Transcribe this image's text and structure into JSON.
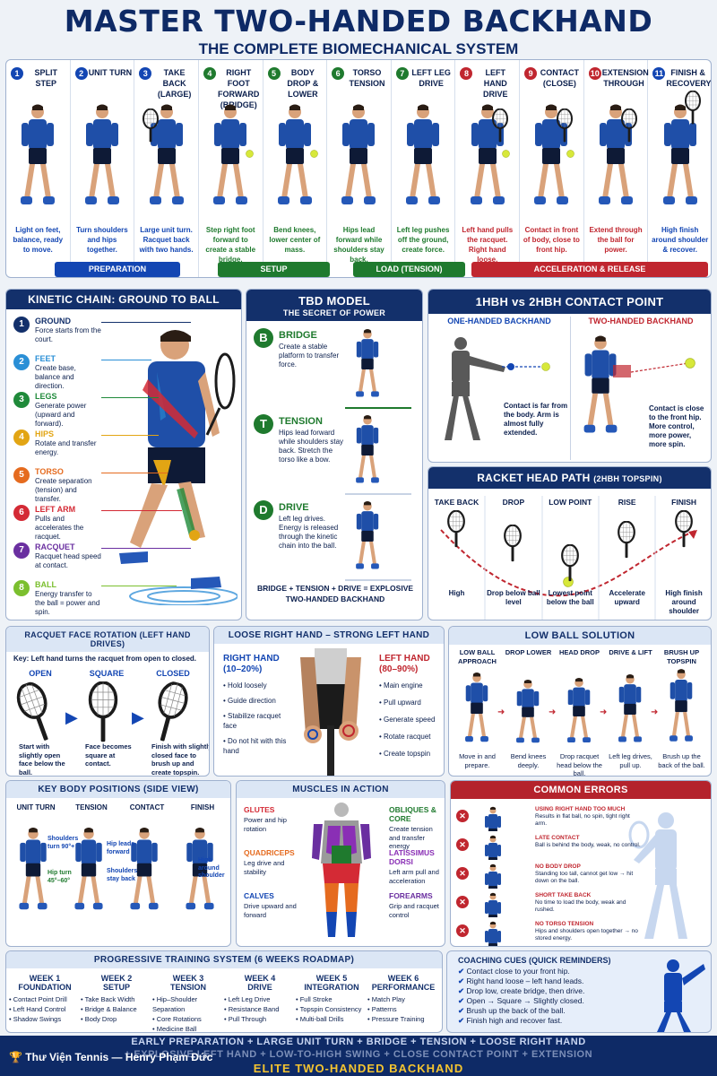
{
  "header": {
    "title": "MASTER TWO-HANDED BACKHAND",
    "subtitle": "THE COMPLETE BIOMECHANICAL SYSTEM"
  },
  "steps": [
    {
      "num": "1",
      "name": "SPLIT STEP",
      "desc": "Light on feet, balance, ready to move.",
      "color": "#1346b3"
    },
    {
      "num": "2",
      "name": "UNIT TURN",
      "desc": "Turn shoulders and hips together.",
      "color": "#1346b3"
    },
    {
      "num": "3",
      "name": "TAKE BACK (LARGE)",
      "desc": "Large unit turn. Racquet back with two hands.",
      "color": "#1346b3"
    },
    {
      "num": "4",
      "name": "RIGHT FOOT FORWARD (BRIDGE)",
      "desc": "Step right foot forward to create a stable bridge.",
      "color": "#1f7a2e"
    },
    {
      "num": "5",
      "name": "BODY DROP & LOWER",
      "desc": "Bend knees, lower center of mass.",
      "color": "#1f7a2e"
    },
    {
      "num": "6",
      "name": "TORSO TENSION",
      "desc": "Hips lead forward while shoulders stay back.",
      "color": "#1f7a2e"
    },
    {
      "num": "7",
      "name": "LEFT LEG DRIVE",
      "desc": "Left leg pushes off the ground, create force.",
      "color": "#1f7a2e"
    },
    {
      "num": "8",
      "name": "LEFT HAND DRIVE",
      "desc": "Left hand pulls the racquet. Right hand loose.",
      "color": "#c0262f"
    },
    {
      "num": "9",
      "name": "CONTACT (CLOSE)",
      "desc": "Contact in front of body, close to front hip.",
      "color": "#c0262f"
    },
    {
      "num": "10",
      "name": "EXTENSION THROUGH",
      "desc": "Extend through the ball for power.",
      "color": "#c0262f"
    },
    {
      "num": "11",
      "name": "FINISH & RECOVERY",
      "desc": "High finish around shoulder & recover.",
      "color": "#1346b3"
    }
  ],
  "phases": [
    {
      "label": "PREPARATION",
      "color": "#1346b3"
    },
    {
      "label": "SETUP",
      "color": "#1f7a2e"
    },
    {
      "label": "LOAD (TENSION)",
      "color": "#1f7a2e"
    },
    {
      "label": "ACCELERATION & RELEASE",
      "color": "#c0262f"
    }
  ],
  "kinetic": {
    "title": "KINETIC CHAIN: GROUND TO BALL",
    "items": [
      {
        "n": "1",
        "name": "GROUND",
        "desc": "Force starts from the court.",
        "color": "#13306b"
      },
      {
        "n": "2",
        "name": "FEET",
        "desc": "Create base, balance and direction.",
        "color": "#2a8fd6"
      },
      {
        "n": "3",
        "name": "LEGS",
        "desc": "Generate power (upward and forward).",
        "color": "#1f8a3a"
      },
      {
        "n": "4",
        "name": "HIPS",
        "desc": "Rotate and transfer energy.",
        "color": "#e2a514"
      },
      {
        "n": "5",
        "name": "TORSO",
        "desc": "Create separation (tension) and transfer.",
        "color": "#e56b1f"
      },
      {
        "n": "6",
        "name": "LEFT ARM",
        "desc": "Pulls and accelerates the racquet.",
        "color": "#d42a35"
      },
      {
        "n": "7",
        "name": "RACQUET",
        "desc": "Racquet head speed at contact.",
        "color": "#6a2fa0"
      },
      {
        "n": "8",
        "name": "BALL",
        "desc": "Energy transfer to the ball = power and spin.",
        "color": "#7bbf2e"
      }
    ]
  },
  "tbd": {
    "title": "TBD MODEL",
    "subtitle": "THE SECRET OF POWER",
    "items": [
      {
        "letter": "B",
        "name": "BRIDGE",
        "desc": "Create a stable platform to transfer force.",
        "color": "#1f7a2e"
      },
      {
        "letter": "T",
        "name": "TENSION",
        "desc": "Hips lead forward while shoulders stay back. Stretch the torso like a bow.",
        "color": "#1f7a2e"
      },
      {
        "letter": "D",
        "name": "DRIVE",
        "desc": "Left leg drives. Energy is released through the kinetic chain into the ball.",
        "color": "#1f7a2e"
      }
    ],
    "formula": "BRIDGE + TENSION + DRIVE = EXPLOSIVE TWO-HANDED BACKHAND"
  },
  "compare": {
    "title": "1HBH vs 2HBH CONTACT POINT",
    "left_title": "ONE-HANDED BACKHAND",
    "left_desc": "Contact is far from the body. Arm is almost fully extended.",
    "right_title": "TWO-HANDED BACKHAND",
    "right_desc": "Contact is close to the front hip. More control, more power, more spin."
  },
  "path": {
    "title": "RACKET HEAD PATH",
    "title_note": "(2HBH TOPSPIN)",
    "stages": [
      {
        "name": "TAKE BACK",
        "desc": "High"
      },
      {
        "name": "DROP",
        "desc": "Drop below ball level"
      },
      {
        "name": "LOW POINT",
        "desc": "Lowest point below the ball"
      },
      {
        "name": "RISE",
        "desc": "Accelerate upward"
      },
      {
        "name": "FINISH",
        "desc": "High finish around shoulder"
      }
    ]
  },
  "face": {
    "title": "RACQUET FACE ROTATION (LEFT HAND DRIVES)",
    "key": "Key: Left hand turns the racquet from open to closed.",
    "stages": [
      {
        "name": "OPEN",
        "desc": "Start with slightly open face below the ball."
      },
      {
        "name": "SQUARE",
        "desc": "Face becomes square at contact."
      },
      {
        "name": "CLOSED",
        "desc": "Finish with slightly closed face to brush up and create topspin."
      }
    ]
  },
  "hands": {
    "title": "LOOSE RIGHT HAND – STRONG LEFT HAND",
    "right_title": "RIGHT HAND",
    "right_pct": "(10–20%)",
    "right_items": [
      "Hold loosely",
      "Guide direction",
      "Stabilize racquet face",
      "Do not hit with this hand"
    ],
    "left_title": "LEFT HAND",
    "left_pct": "(80–90%)",
    "left_items": [
      "Main engine",
      "Pull upward",
      "Generate speed",
      "Rotate racquet",
      "Create topspin"
    ]
  },
  "lowball": {
    "title": "LOW BALL SOLUTION",
    "stages": [
      {
        "name": "LOW BALL APPROACH",
        "desc": "Move in and prepare."
      },
      {
        "name": "DROP LOWER",
        "desc": "Bend knees deeply."
      },
      {
        "name": "HEAD DROP",
        "desc": "Drop racquet head below the ball."
      },
      {
        "name": "DRIVE & LIFT",
        "desc": "Left leg drives, pull up."
      },
      {
        "name": "BRUSH UP TOPSPIN",
        "desc": "Brush up the back of the ball."
      }
    ]
  },
  "positions": {
    "title": "KEY BODY POSITIONS (SIDE VIEW)",
    "stages": [
      "UNIT TURN",
      "TENSION",
      "CONTACT",
      "FINISH"
    ],
    "notes": [
      "Shoulders turn 90°+",
      "Hip turn 45°–60°",
      "Hip leads forward",
      "Shoulders stay back",
      "High around shoulder"
    ]
  },
  "muscles": {
    "title": "MUSCLES IN ACTION",
    "items": [
      {
        "name": "GLUTES",
        "desc": "Power and hip rotation",
        "color": "#d42a35"
      },
      {
        "name": "QUADRICEPS",
        "desc": "Leg drive and stability",
        "color": "#e56b1f"
      },
      {
        "name": "CALVES",
        "desc": "Drive upward and forward",
        "color": "#1346b3"
      },
      {
        "name": "OBLIQUES & CORE",
        "desc": "Create tension and transfer energy",
        "color": "#1f7a2e"
      },
      {
        "name": "LATISSIMUS DORSI",
        "desc": "Left arm pull and acceleration",
        "color": "#8a2fb5"
      },
      {
        "name": "FOREARMS",
        "desc": "Grip and racquet control",
        "color": "#6a2fa0"
      }
    ]
  },
  "errors": {
    "title": "COMMON ERRORS",
    "items": [
      {
        "name": "USING RIGHT HAND TOO MUCH",
        "desc": "Results in flat ball, no spin, tight right arm."
      },
      {
        "name": "LATE CONTACT",
        "desc": "Ball is behind the body, weak, no control."
      },
      {
        "name": "NO BODY DROP",
        "desc": "Standing too tall, cannot get low → hit down on the ball."
      },
      {
        "name": "SHORT TAKE BACK",
        "desc": "No time to load the body, weak and rushed."
      },
      {
        "name": "NO TORSO TENSION",
        "desc": "Hips and shoulders open together → no stored energy."
      }
    ]
  },
  "training": {
    "title": "PROGRESSIVE TRAINING SYSTEM (6 WEEKS ROADMAP)",
    "weeks": [
      {
        "n": "WEEK 1",
        "t": "FOUNDATION",
        "items": [
          "Contact Point Drill",
          "Left Hand Control",
          "Shadow Swings"
        ]
      },
      {
        "n": "WEEK 2",
        "t": "SETUP",
        "items": [
          "Take Back Width",
          "Bridge & Balance",
          "Body Drop"
        ]
      },
      {
        "n": "WEEK 3",
        "t": "TENSION",
        "items": [
          "Hip–Shoulder Separation",
          "Core Rotations",
          "Medicine Ball"
        ]
      },
      {
        "n": "WEEK 4",
        "t": "DRIVE",
        "items": [
          "Left Leg Drive",
          "Resistance Band",
          "Pull Through"
        ]
      },
      {
        "n": "WEEK 5",
        "t": "INTEGRATION",
        "items": [
          "Full Stroke",
          "Topspin Consistency",
          "Multi-ball Drills"
        ]
      },
      {
        "n": "WEEK 6",
        "t": "PERFORMANCE",
        "items": [
          "Match Play",
          "Patterns",
          "Pressure Training"
        ]
      }
    ]
  },
  "cues": {
    "title": "COACHING CUES (QUICK REMINDERS)",
    "items": [
      "Contact close to your front hip.",
      "Right hand loose – left hand leads.",
      "Drop low, create bridge, then drive.",
      "Open → Square → Slightly closed.",
      "Brush up the back of the ball.",
      "Finish high and recover fast."
    ]
  },
  "footer": {
    "line1": "EARLY PREPARATION  +  LARGE UNIT TURN  +  BRIDGE  +  TENSION  +  LOOSE RIGHT HAND",
    "line2": "+  EXPLOSIVE LEFT HAND  +  LOW-TO-HIGH SWING  +  CLOSE CONTACT POINT  +  EXTENSION",
    "line3": "ELITE TWO-HANDED BACKHAND",
    "credit": "Thư Viện Tennis — Henry Phạm Đức"
  },
  "colors": {
    "navy": "#13306b",
    "blue": "#1346b3",
    "green": "#1f7a2e",
    "red": "#c0262f",
    "shirt": "#1f4fa8",
    "shorts": "#0e1a36",
    "skin": "#d9a27a",
    "ball": "#d7e83a"
  }
}
